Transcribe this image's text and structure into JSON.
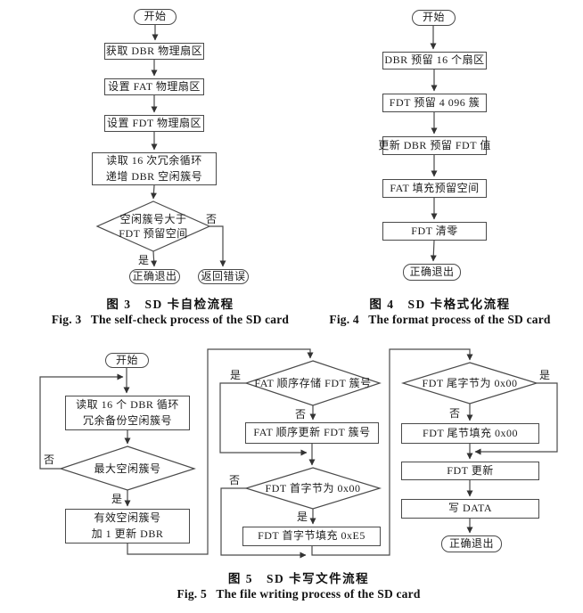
{
  "figure3": {
    "caption_zh": "图 3　SD 卡自检流程",
    "caption_en": "Fig. 3   The self-check process of the SD card",
    "start": "开始",
    "get_dbr": "获取 DBR 物理扇区",
    "set_fat": "设置 FAT 物理扇区",
    "set_fdt": "设置 FDT 物理扇区",
    "read_loop_l1": "读取 16 次冗余循环",
    "read_loop_l2": "递增 DBR 空闲簇号",
    "decision_l1": "空闲簇号大于",
    "decision_l2": "FDT 预留空间",
    "yes": "是",
    "no": "否",
    "exit_ok": "正确退出",
    "return_error": "返回错误"
  },
  "figure4": {
    "caption_zh": "图 4　SD 卡格式化流程",
    "caption_en": "Fig. 4   The format process of the SD card",
    "start": "开始",
    "dbr_reserve": "DBR 预留 16 个扇区",
    "fdt_reserve": "FDT 预留 4 096 簇",
    "update_dbr": "更新 DBR 预留 FDT 值",
    "fat_fill": "FAT 填充预留空间",
    "fdt_clear": "FDT 清零",
    "exit_ok": "正确退出"
  },
  "figure5": {
    "caption_zh": "图 5　SD 卡写文件流程",
    "caption_en": "Fig. 5   The file writing process of the SD card",
    "start": "开始",
    "read_dbr_l1": "读取 16 个 DBR 循环",
    "read_dbr_l2": "冗余备份空闲簇号",
    "max_cluster": "最大空闲簇号",
    "valid_l1": "有效空闲簇号",
    "valid_l2": "加 1 更新 DBR",
    "fat_store": "FAT 顺序存储 FDT 簇号",
    "fat_update": "FAT 顺序更新 FDT 簇号",
    "fdt_first": "FDT 首字节为 0x00",
    "fdt_first_fill": "FDT 首字节填充 0xE5",
    "fdt_tail": "FDT 尾字节为 0x00",
    "fdt_tail_fill": "FDT 尾节填充 0x00",
    "fdt_update": "FDT 更新",
    "write_data": "写 DATA",
    "exit_ok": "正确退出",
    "yes": "是",
    "no": "否"
  },
  "colors": {
    "line": "#4a4a4a",
    "text": "#1c1c1c",
    "background": "#ffffff"
  }
}
